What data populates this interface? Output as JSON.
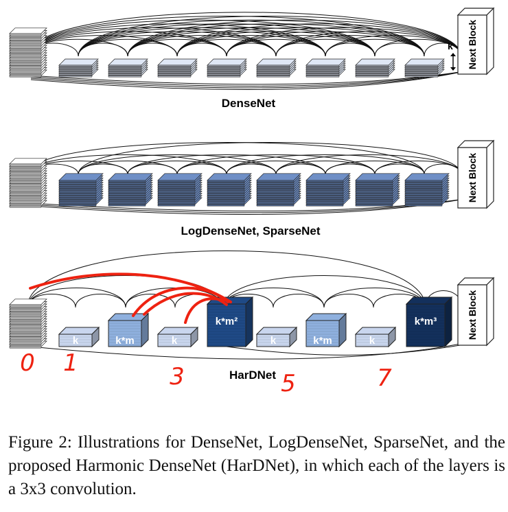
{
  "panels": [
    {
      "title": "DenseNet",
      "k_label": "k",
      "next_block": "Next Block",
      "layers": [
        {
          "label": "",
          "color": "#dfe7f5"
        },
        {
          "label": "",
          "color": "#dfe7f5"
        },
        {
          "label": "",
          "color": "#dfe7f5"
        },
        {
          "label": "",
          "color": "#dfe7f5"
        },
        {
          "label": "",
          "color": "#dfe7f5"
        },
        {
          "label": "",
          "color": "#dfe7f5"
        },
        {
          "label": "",
          "color": "#dfe7f5"
        },
        {
          "label": "",
          "color": "#dfe7f5"
        }
      ]
    },
    {
      "title": "LogDenseNet, SparseNet",
      "k_label": "",
      "next_block": "Next Block",
      "layers": [
        {
          "label": "",
          "color": "#6f8fc6"
        },
        {
          "label": "",
          "color": "#6f8fc6"
        },
        {
          "label": "",
          "color": "#6f8fc6"
        },
        {
          "label": "",
          "color": "#6f8fc6"
        },
        {
          "label": "",
          "color": "#6f8fc6"
        },
        {
          "label": "",
          "color": "#6f8fc6"
        },
        {
          "label": "",
          "color": "#6f8fc6"
        },
        {
          "label": "",
          "color": "#6f8fc6"
        }
      ]
    },
    {
      "title": "HarDNet",
      "k_label": "",
      "next_block": "Next Block",
      "layers": [
        {
          "label": "k",
          "color": "#c9d6ee"
        },
        {
          "label": "k*m",
          "color": "#8fb0de"
        },
        {
          "label": "k",
          "color": "#c9d6ee"
        },
        {
          "label": "k*m²",
          "color": "#1f4a86"
        },
        {
          "label": "k",
          "color": "#c9d6ee"
        },
        {
          "label": "k*m",
          "color": "#8fb0de"
        },
        {
          "label": "k",
          "color": "#c9d6ee"
        },
        {
          "label": "k*m³",
          "color": "#13305c"
        }
      ],
      "handwritten_numbers": [
        "0",
        "1",
        "3",
        "5",
        "7"
      ]
    }
  ],
  "annotation_color": "#ee2211",
  "caption": "Figure 2:  Illustrations for DenseNet, LogDenseNet, SparseNet, and the proposed Harmonic DenseNet (HarDNet), in which each of the layers is a 3x3 convolution."
}
